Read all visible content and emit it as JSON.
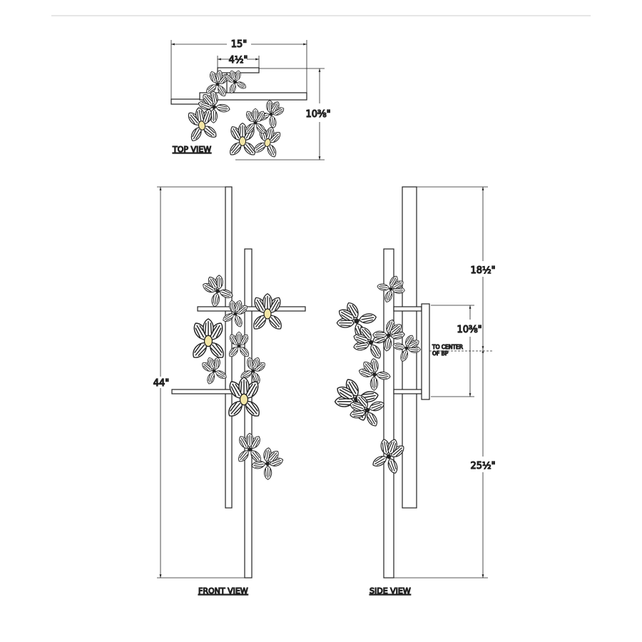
{
  "top_view": {
    "label": "TOP VIEW",
    "width_dim": "15\"",
    "canopy_dim": "4½\"",
    "depth_dim": "10⅜\""
  },
  "front_view": {
    "label": "FRONT VIEW",
    "height_dim": "44\""
  },
  "side_view": {
    "label": "SIDE VIEW",
    "upper_dim": "18½\"",
    "lower_dim": "25½\"",
    "backplate_dim": "10⅜\"",
    "center_note_line1": "TO CENTER",
    "center_note_line2": "OF BP"
  },
  "colors": {
    "line": "#222222",
    "bulb": "#f3e6a6"
  }
}
